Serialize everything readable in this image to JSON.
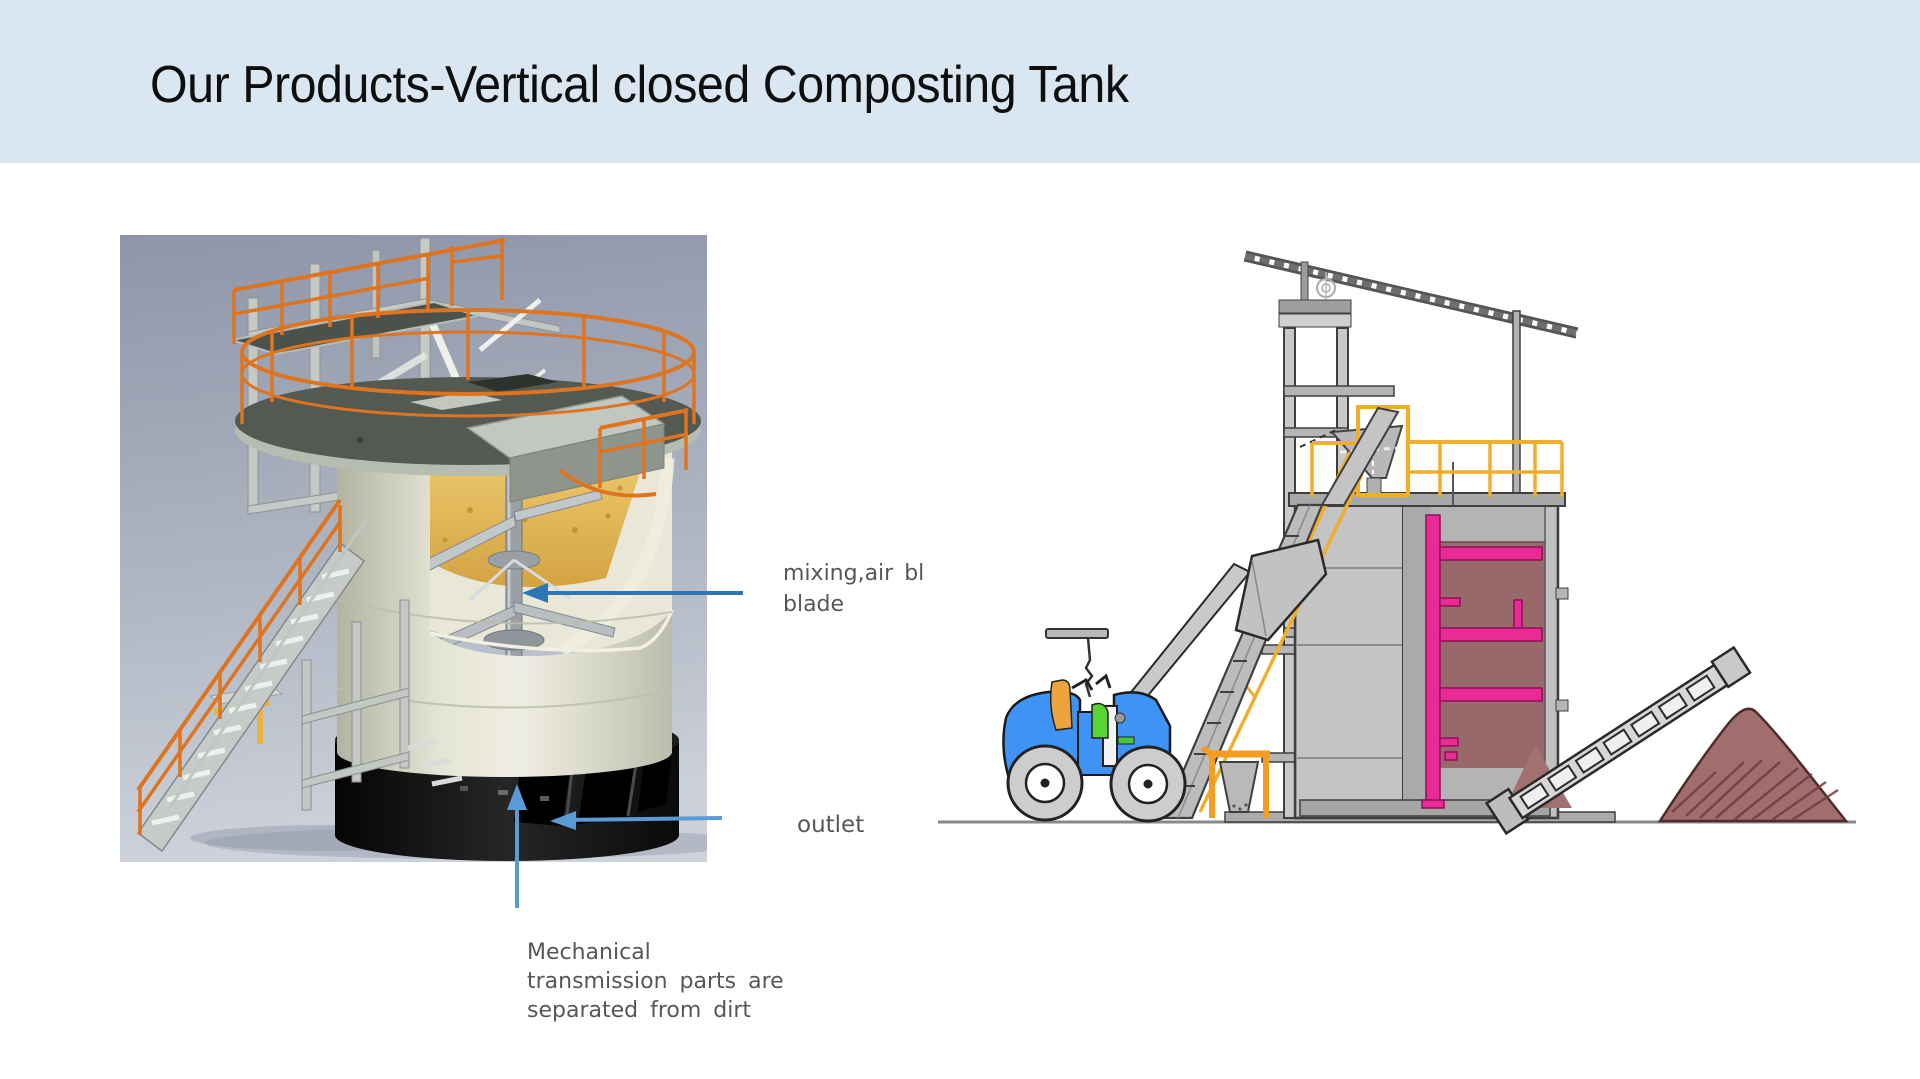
{
  "slide": {
    "title": "Our Products-Vertical closed Composting Tank"
  },
  "annotations": {
    "mixing_blade": "mixing,air bl\nblade",
    "outlet": "outlet",
    "mechanical_note": "Mechanical\ntransmission parts are\nseparated from dirt"
  },
  "palette": {
    "header_bg": "#dbe6f3",
    "title_color": "#0f0f0f",
    "annotation_text": "#575757",
    "arrow_dark_blue": "#2e75b6",
    "arrow_light_blue": "#5b9bd5",
    "orange_railing": "#df7420",
    "yellow_railing": "#f0ae2c",
    "magenta_mixer": "#ea2a97",
    "compost_interior": "#97696b",
    "compost_pile": "#a26d6d",
    "loader_blue": "#3f93f5",
    "tank_cream": "#ddddcd",
    "render_background": "#98a1b2"
  }
}
